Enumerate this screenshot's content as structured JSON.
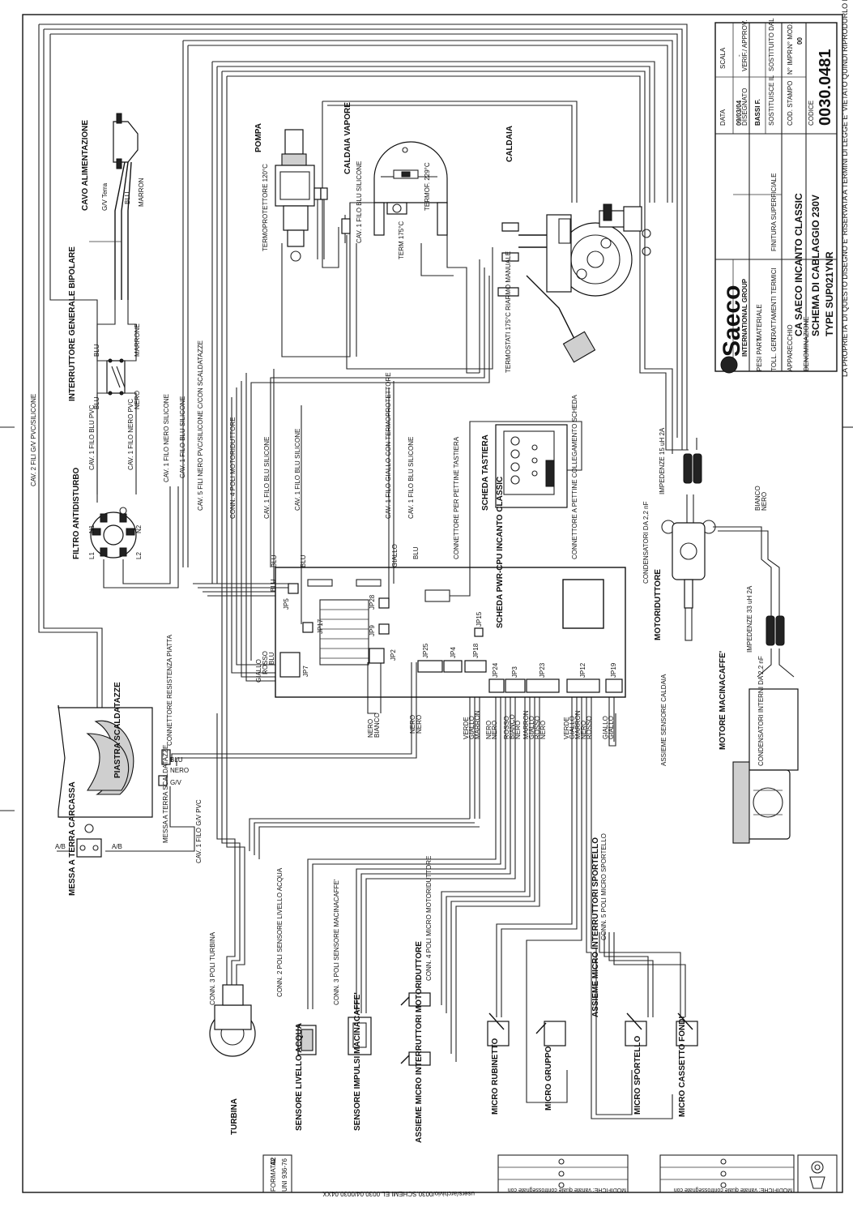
{
  "title_block": {
    "company": "Saeco",
    "company_sub": "INTERNATIONAL GROUP",
    "data_label": "DATA",
    "data_value": "09/03/04",
    "scala_label": "SCALA",
    "scala_value": "-",
    "disegnato_label": "DISEGNATO",
    "disegnato_value": "BASSI F.",
    "verif_label": "VERIF./ APPROV.",
    "sostituisce_label": "SOSTITUISCE IL",
    "sostituito_label": "SOSTITUITO DAL",
    "cod_stampo_label": "COD. STAMPO",
    "n_impr_label": "N° IMPR.",
    "n_mod_label": "N° MOD.",
    "n_mod_value": "00",
    "codice_label": "CODICE",
    "codice_value": "0030.0481",
    "pesi_label": "PESI PART.",
    "materiale_label": "MATERIALE",
    "toll_label": "TOLL. GEN.",
    "trattamenti_label": "TRATTAMENTI TERMICI",
    "finitura_label": "FINITURA SUPERFICIALE",
    "apparecchio_label": "APPARECCHIO",
    "apparecchio_value": "CA SAECO INCANTO CLASSIC",
    "denominazione_label": "DENOMINAZIONE",
    "denominazione_value": "SCHEMA DI CABLAGGIO 230V",
    "type_value": "TYPE SUP021YNR",
    "legal_note": "LA PROPRIETA' DI QUESTO DISEGNO E' RISERVATA A TERMINI DI LEGGE E' VIETATO QUINDI RIPRODURLO E RENDERLO NOTO A TERZI",
    "formato_label": "FORMATO",
    "formato_value": "A2",
    "uni_value": "UNI 936-76",
    "file_path": "users/archivio/0030.SCHEMI EL.0030.04/0030.04XX",
    "modifiche_note": "MODIFICHE: variate quale controssegnate con"
  },
  "components": {
    "cavo_alimentazione": "CAVO ALIMENTAZIONE",
    "pompa": "POMPA",
    "caldaia_vapore": "CALDAIA VAPORE",
    "caldaia": "CALDAIA",
    "termoprotettore": "TERMOPROTETTORE 120°C",
    "termof": "TERMOF. 229°C",
    "term175": "TERM 175°C",
    "termostati": "TERMOSTATI 175°C RIARMO MANUALE",
    "interruttore": "INTERRUTTORE GENERALE BIPOLARE",
    "filtro": "FILTRO ANTIDISTURBO",
    "scheda_tastiera": "SCHEDA TASTIERA",
    "connettore_pettine": "CONNETTORE A PETTINE COLLEGAMENTO SCHEDA",
    "connettore_per": "CONNETTORE PER PETTINE TASTIERA",
    "scheda_cpu": "SCHEDA PWR-CPU INCANTO CLASSIC",
    "impedenze_15": "IMPEDENZE 15 uH 2A",
    "impedenze_33": "IMPEDENZE 33 uH 2A",
    "condensatori_22": "CONDENSATORI DA 2,2 nF",
    "condensatori_interni": "CONDENSATORI INTERNI DA 2,2 nF",
    "motoriduttore": "MOTORIDUTTORE",
    "motore_macinacaffe": "MOTORE MACINACAFFE'",
    "assieme_sensore_caldaia": "ASSIEME SENSORE CALDAIA",
    "connettore_resistenza": "CONNETTORE RESISTENZA PIATTA",
    "piastra": "PIASTRA SCALDATAZZE",
    "messa_terra_scald": "MESSA A TERRA SCALDATAZZE",
    "messa_terra_carcassa": "MESSA A TERRA CARCASSA",
    "turbina": "TURBINA",
    "conn3_turbina": "CONN. 3 POLI TURBINA",
    "sensore_livello": "SENSORE LIVELLO ACQUA",
    "conn2_sensore": "CONN. 2 POLI SENSORE LIVELLO ACQUA",
    "sensore_impulsi": "SENSORE IMPULSI MACINACAFFE'",
    "conn3_sensore": "CONN. 3 POLI SENSORE MACINACAFFE'",
    "assieme_micro_moto": "ASSIEME MICRO INTERRUTTORI MOTORIDUTTORE",
    "conn4_moto": "CONN. 4 POLI MICRO MOTORIDUTTORE",
    "micro_rubinetto": "MICRO RUBINETTO",
    "micro_gruppo": "MICRO GRUPPO",
    "assieme_micro_sport": "ASSIEME MICRO INTERRUTTORI SPORTELLO",
    "conn5_sport": "CONN. 5 POLI MICRO SPORTELLO",
    "micro_sportello": "MICRO SPORTELLO",
    "micro_cassetto": "MICRO CASSETTO FONDI"
  },
  "cables": [
    "CAV. 2 FILI G/V PVC/SILICONE",
    "CAV. 1 FILO BLU PVC",
    "CAV. 1 FILO NERO PVC",
    "CAV. 1 FILO NERO SILICONE",
    "CAV. 1 FILO BLU SILICONE",
    "CAV. 5 FILI NERO PVC/SILICONE C/CON SCALDATAZZE",
    "CONN. 4 POLI MOTORIDUTTORE",
    "CAV. 1 FILO BLU SILICONE",
    "CAV. 1 FILO BLU SILICONE",
    "CAV. 1 FILO GIALLO CON TERMOPROTETTORE",
    "CAV. 1 FILO BLU SILICONE",
    "CAV. 1 FILO BLU SILICONE",
    "CAV. 1 FILO G/V PVC"
  ],
  "wire_labels": {
    "gv_terra": "G/V Terra",
    "blu": "BLU",
    "marrone": "MARRON",
    "marrone2": "MARRONE",
    "nero": "NERO",
    "giallo": "GIALLO",
    "rosso": "ROSSO",
    "bianco": "BIANCO",
    "verde": "VERDE",
    "gv": "G/V",
    "ab": "A/B",
    "l1": "L1",
    "l2": "L2",
    "n1": "N1",
    "n2": "N2"
  },
  "jumpers": {
    "jp5": "JP5",
    "jp17": "JP17",
    "jp28": "JP28",
    "jp9": "JP9",
    "jp15": "JP15",
    "jp7": "JP7",
    "jp2": "JP2",
    "jp25": "JP25",
    "jp4": "JP4",
    "jp18": "JP18",
    "jp24": "JP24",
    "jp3": "JP3",
    "jp23": "JP23",
    "jp12": "JP12",
    "jp19": "JP19"
  },
  "connector_groups": [
    {
      "name": "jp18",
      "wires": [
        "VERDE",
        "GIALLO",
        "MARRON"
      ]
    },
    {
      "name": "jp24",
      "wires": [
        "NERO",
        "NERO"
      ]
    },
    {
      "name": "jp3",
      "wires": [
        "ROSSO",
        "BIANCO",
        "NERO"
      ]
    },
    {
      "name": "jp23",
      "wires": [
        "MARRON",
        "GIALLO",
        "ROSSO",
        "NERO"
      ]
    },
    {
      "name": "jp12",
      "wires": [
        "VERDE",
        "GIALLO",
        "MARRON",
        "NERO",
        "ROSSO"
      ]
    },
    {
      "name": "jp19",
      "wires": [
        "GIALLO",
        "GIALLO"
      ]
    }
  ]
}
